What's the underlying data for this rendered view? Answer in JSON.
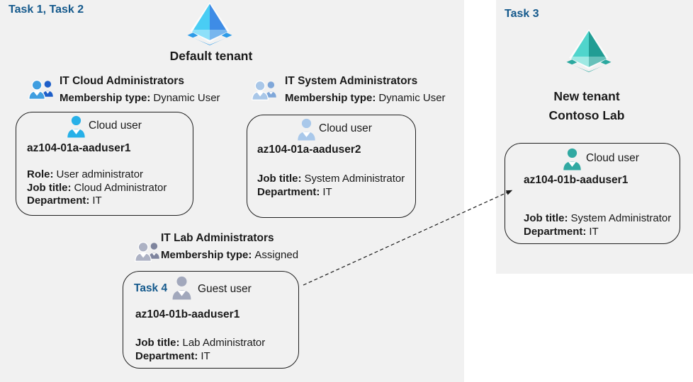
{
  "colors": {
    "page_bg": "#ffffff",
    "panel_bg": "#f1f1f1",
    "task_label_blue": "#14598c",
    "text": "#1a1a1a",
    "azure_ad_icon_blue": "#2d9be8",
    "azure_ad_icon_teal": "#2aa89f",
    "cloud_user_icon_blue": "#27b0e8",
    "cloud_user_icon_pale_blue": "#a9c8ea",
    "guest_user_icon_gray": "#a2a8bc",
    "cloud_user_icon_teal": "#31a9a2"
  },
  "left_panel": {
    "task_label": "Task 1, Task 2",
    "tenant_icon": "azure-ad-icon-blue",
    "tenant_name": "Default tenant",
    "groups": [
      {
        "icon": "group-icon-blue",
        "name": "IT Cloud Administrators",
        "membership_label": "Membership type:",
        "membership_value": "Dynamic User",
        "card": {
          "icon": "cloud-user-icon-blue",
          "user_type": "Cloud user",
          "username": "az104-01a-aaduser1",
          "fields": [
            {
              "label": "Role:",
              "value": "User administrator"
            },
            {
              "label": "Job title:",
              "value": "Cloud Administrator"
            },
            {
              "label": "Department:",
              "value": "IT"
            }
          ]
        }
      },
      {
        "icon": "group-icon-pale-blue",
        "name": "IT System Administrators",
        "membership_label": "Membership type:",
        "membership_value": "Dynamic User",
        "card": {
          "icon": "cloud-user-icon-pale-blue",
          "user_type": "Cloud user",
          "username": "az104-01a-aaduser2",
          "fields": [
            {
              "label": "Job title:",
              "value": "System Administrator"
            },
            {
              "label": "Department:",
              "value": "IT"
            }
          ]
        }
      },
      {
        "icon": "group-icon-gray",
        "name": "IT Lab Administrators",
        "membership_label": "Membership type:",
        "membership_value": "Assigned",
        "card": {
          "task_label": "Task 4",
          "icon": "guest-user-icon-gray",
          "user_type": "Guest user",
          "username": "az104-01b-aaduser1",
          "fields": [
            {
              "label": "Job title:",
              "value": "Lab Administrator"
            },
            {
              "label": "Department:",
              "value": "IT"
            }
          ]
        }
      }
    ]
  },
  "right_panel": {
    "task_label": "Task 3",
    "tenant_icon": "azure-ad-icon-teal",
    "tenant_name_line1": "New tenant",
    "tenant_name_line2": "Contoso Lab",
    "card": {
      "icon": "cloud-user-icon-teal",
      "user_type": "Cloud user",
      "username": "az104-01b-aaduser1",
      "fields": [
        {
          "label": "Job title:",
          "value": "System Administrator"
        },
        {
          "label": "Department:",
          "value": "IT"
        }
      ]
    }
  }
}
